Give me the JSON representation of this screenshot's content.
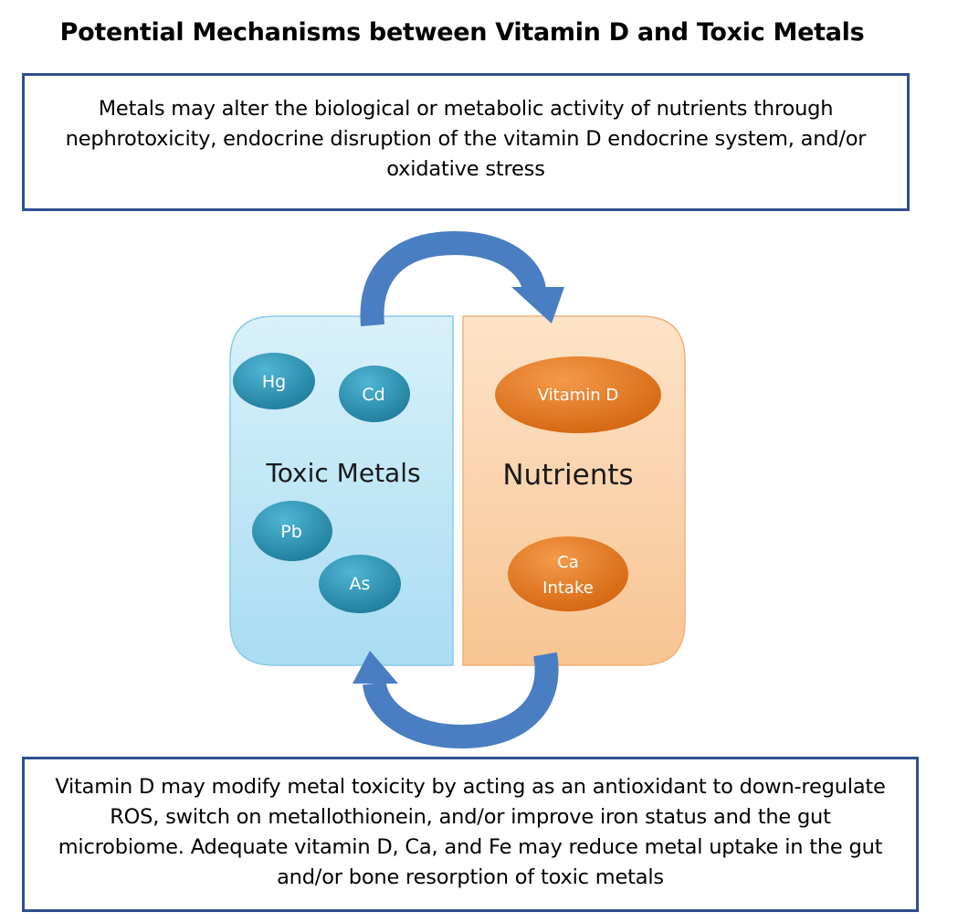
{
  "title": "Potential Mechanisms between Vitamin D and Toxic Metals",
  "top_box": {
    "lines": [
      "Metals may alter the biological or metabolic activity of nutrients through",
      "nephrotoxicity, endocrine disruption of the vitamin D endocrine system, and/or",
      "oxidative stress"
    ]
  },
  "bottom_box": {
    "lines": [
      "Vitamin D may modify metal toxicity by acting as an antioxidant to down-regulate",
      "ROS, switch on metallothionein,  and/or improve iron status and the gut",
      "microbiome. Adequate vitamin D, Ca, and Fe may reduce metal uptake in the gut",
      "and/or bone resorption of toxic metals"
    ]
  },
  "toxic_panel": {
    "label": "Toxic Metals",
    "items": [
      "Hg",
      "Cd",
      "Pb",
      "As"
    ]
  },
  "nutrient_panel": {
    "label": "Nutrients",
    "items": [
      "Vitamin D",
      "Ca",
      "Intake"
    ]
  },
  "colors": {
    "frame": "#2f4f8f",
    "arrow": "#4a7ec2",
    "toxic_panel": "#bfe6f7",
    "nutrient_panel": "#fbd3ad",
    "teal_oval": "#2a8fb0",
    "orange_oval": "#e3761a"
  }
}
